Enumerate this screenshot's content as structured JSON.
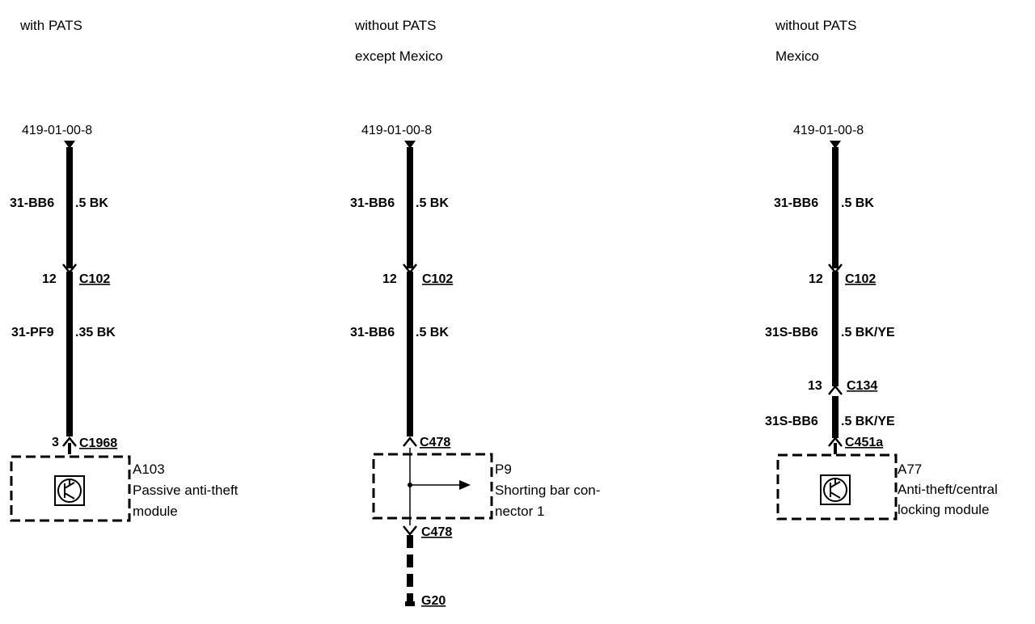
{
  "columns": [
    {
      "header": "with PATS",
      "subheader": "",
      "ref": "419-01-00-8",
      "wire1": {
        "circuit": "31-BB6",
        "spec": ".5 BK"
      },
      "conn1": {
        "pin": "12",
        "name": "C102"
      },
      "wire2": {
        "circuit": "31-PF9",
        "spec": ".35 BK"
      },
      "conn2": {
        "pin": "3",
        "name": "C1968"
      },
      "component": {
        "id": "A103",
        "line1": "Passive anti-theft",
        "line2": "module",
        "icon": "transistor-symbol-icon"
      }
    },
    {
      "header": "without PATS",
      "subheader": "except Mexico",
      "ref": "419-01-00-8",
      "wire1": {
        "circuit": "31-BB6",
        "spec": ".5 BK"
      },
      "conn1": {
        "pin": "12",
        "name": "C102"
      },
      "wire2": {
        "circuit": "31-BB6",
        "spec": ".5 BK"
      },
      "conn2": {
        "pin": "",
        "name": "C478"
      },
      "component": {
        "id": "P9",
        "line1": "Shorting bar con-",
        "line2": "nector 1",
        "icon": "arrow-right-icon"
      },
      "conn3": {
        "name": "C478"
      },
      "ground": {
        "name": "G20"
      }
    },
    {
      "header": "without PATS",
      "subheader": "Mexico",
      "ref": "419-01-00-8",
      "wire1": {
        "circuit": "31-BB6",
        "spec": ".5 BK"
      },
      "conn1": {
        "pin": "12",
        "name": "C102"
      },
      "wire2": {
        "circuit": "31S-BB6",
        "spec": ".5 BK/YE"
      },
      "conn2": {
        "pin": "13",
        "name": "C134"
      },
      "wire3": {
        "circuit": "31S-BB6",
        "spec": ".5 BK/YE"
      },
      "conn3": {
        "name": "C451a"
      },
      "component": {
        "id": "A77",
        "line1": "Anti-theft/central",
        "line2": "locking module",
        "icon": "transistor-symbol-icon"
      }
    }
  ],
  "colors": {
    "ink": "#000000",
    "background": "#ffffff"
  }
}
